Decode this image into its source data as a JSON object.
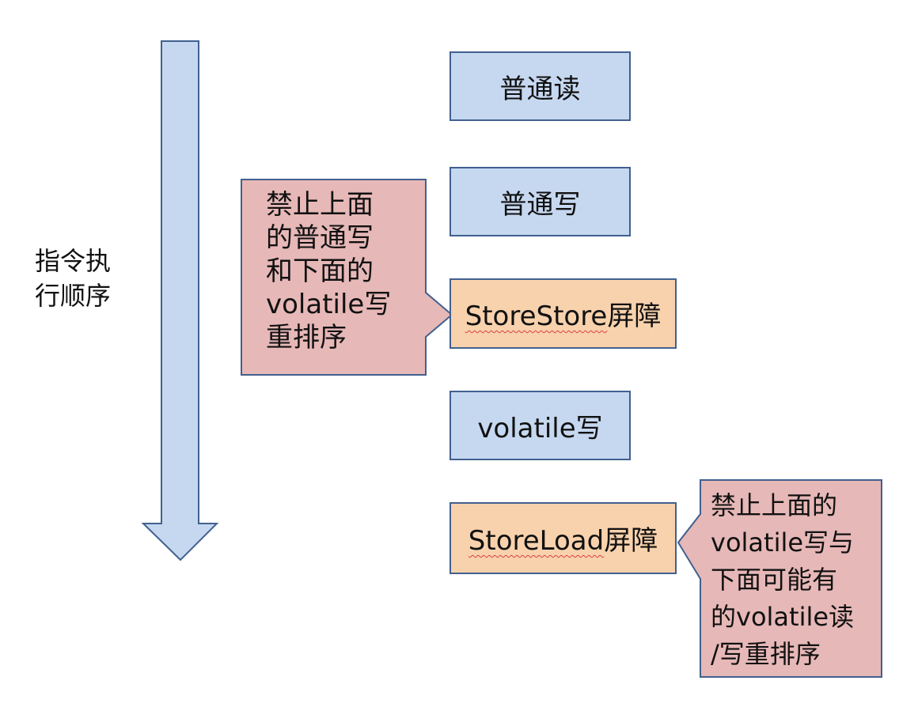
{
  "axis": {
    "label_lines": [
      "指令执",
      "行顺序"
    ]
  },
  "boxes": {
    "normal_read": "普通读",
    "normal_write": "普通写",
    "storestore": {
      "term": "StoreStore",
      "suffix": "屏障"
    },
    "volatile_write": "volatile写",
    "storeload": {
      "term": "StoreLoad",
      "suffix": "屏障"
    }
  },
  "callouts": {
    "storestore_note": [
      "禁止上面",
      "的普通写",
      "和下面的",
      "volatile写",
      "重排序"
    ],
    "storeload_note": [
      "禁止上面的",
      "volatile写与",
      "下面可能有",
      "的volatile读",
      "/写重排序"
    ]
  },
  "colors": {
    "blue_fill": "#c6d8f0",
    "orange_fill": "#f8d2ad",
    "pink_fill": "#e6b8b7",
    "border": "#41608f"
  }
}
